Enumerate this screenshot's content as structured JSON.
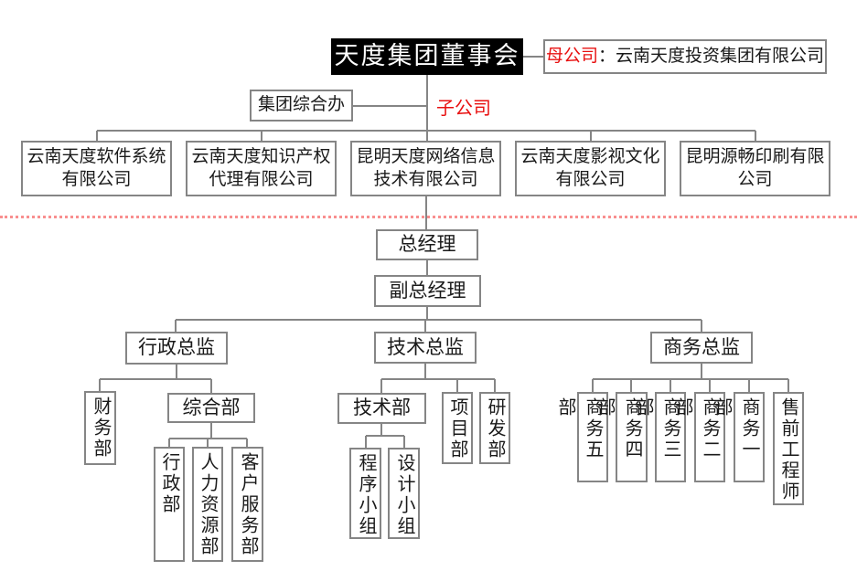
{
  "org": {
    "board": "天度集团董事会",
    "parent_label": "母公司",
    "parent_colon": "：",
    "parent_name": "云南天度投资集团有限公司",
    "group_office": "集团综合办",
    "subsidiary_label": "子公司",
    "companies": [
      "云南天度软件系统\n有限公司",
      "云南天度知识产权\n代理有限公司",
      "昆明天度网络信息\n技术有限公司",
      "云南天度影视文化\n有限公司",
      "昆明源畅印刷有限\n公司"
    ],
    "general_manager": "总经理",
    "deputy_general_manager": "副总经理",
    "directors": {
      "admin": "行政总监",
      "tech": "技术总监",
      "business": "商务总监"
    },
    "admin_branch": {
      "finance": "财务部",
      "general_affairs": "综合部",
      "admin_dept": "行政部",
      "hr": "人力资源部",
      "customer_service": "客户服务部"
    },
    "tech_branch": {
      "tech_dept": "技术部",
      "project": "项目部",
      "rnd": "研发部",
      "program_team": "程序小组",
      "design_team": "设计小组"
    },
    "business_branch": [
      "商务五部",
      "商务四部",
      "商务三部",
      "商务二部",
      "商务一部",
      "售前工程师"
    ]
  },
  "colors": {
    "accent_red": "#e81010",
    "divider_red": "#f88f8f",
    "line_gray": "#858585",
    "board_bg": "#000000",
    "board_text": "#ffffff"
  }
}
